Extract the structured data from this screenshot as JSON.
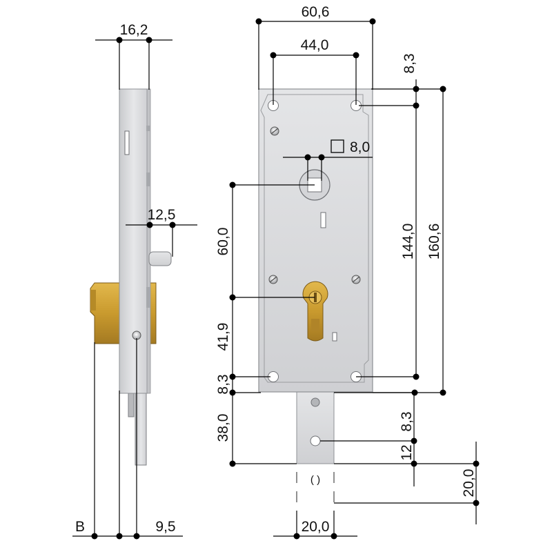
{
  "dimensions": {
    "side_width": "16,2",
    "total_width": "60,6",
    "hole_spacing": "44,0",
    "top_offset": "8,3",
    "square_size": "8,0",
    "bolt_projection": "12,5",
    "follower_to_cylinder": "60,0",
    "hole_span_vertical": "144,0",
    "total_height": "160,6",
    "cylinder_to_hole": "41,9",
    "bottom_offset": "8,3",
    "plate_length": "38,0",
    "plate_hole_offset": "8,3",
    "plate_hole_to_end": "12",
    "plate_extension": "20,0",
    "plate_width": "20,0",
    "backset_label": "B",
    "cylinder_offset": "9,5",
    "square_symbol": "□"
  },
  "colors": {
    "body_metal": "#d9dadc",
    "body_edge": "#8e9094",
    "brass": "#c99a2e",
    "brass_dark": "#9b7420",
    "line": "#000000"
  }
}
